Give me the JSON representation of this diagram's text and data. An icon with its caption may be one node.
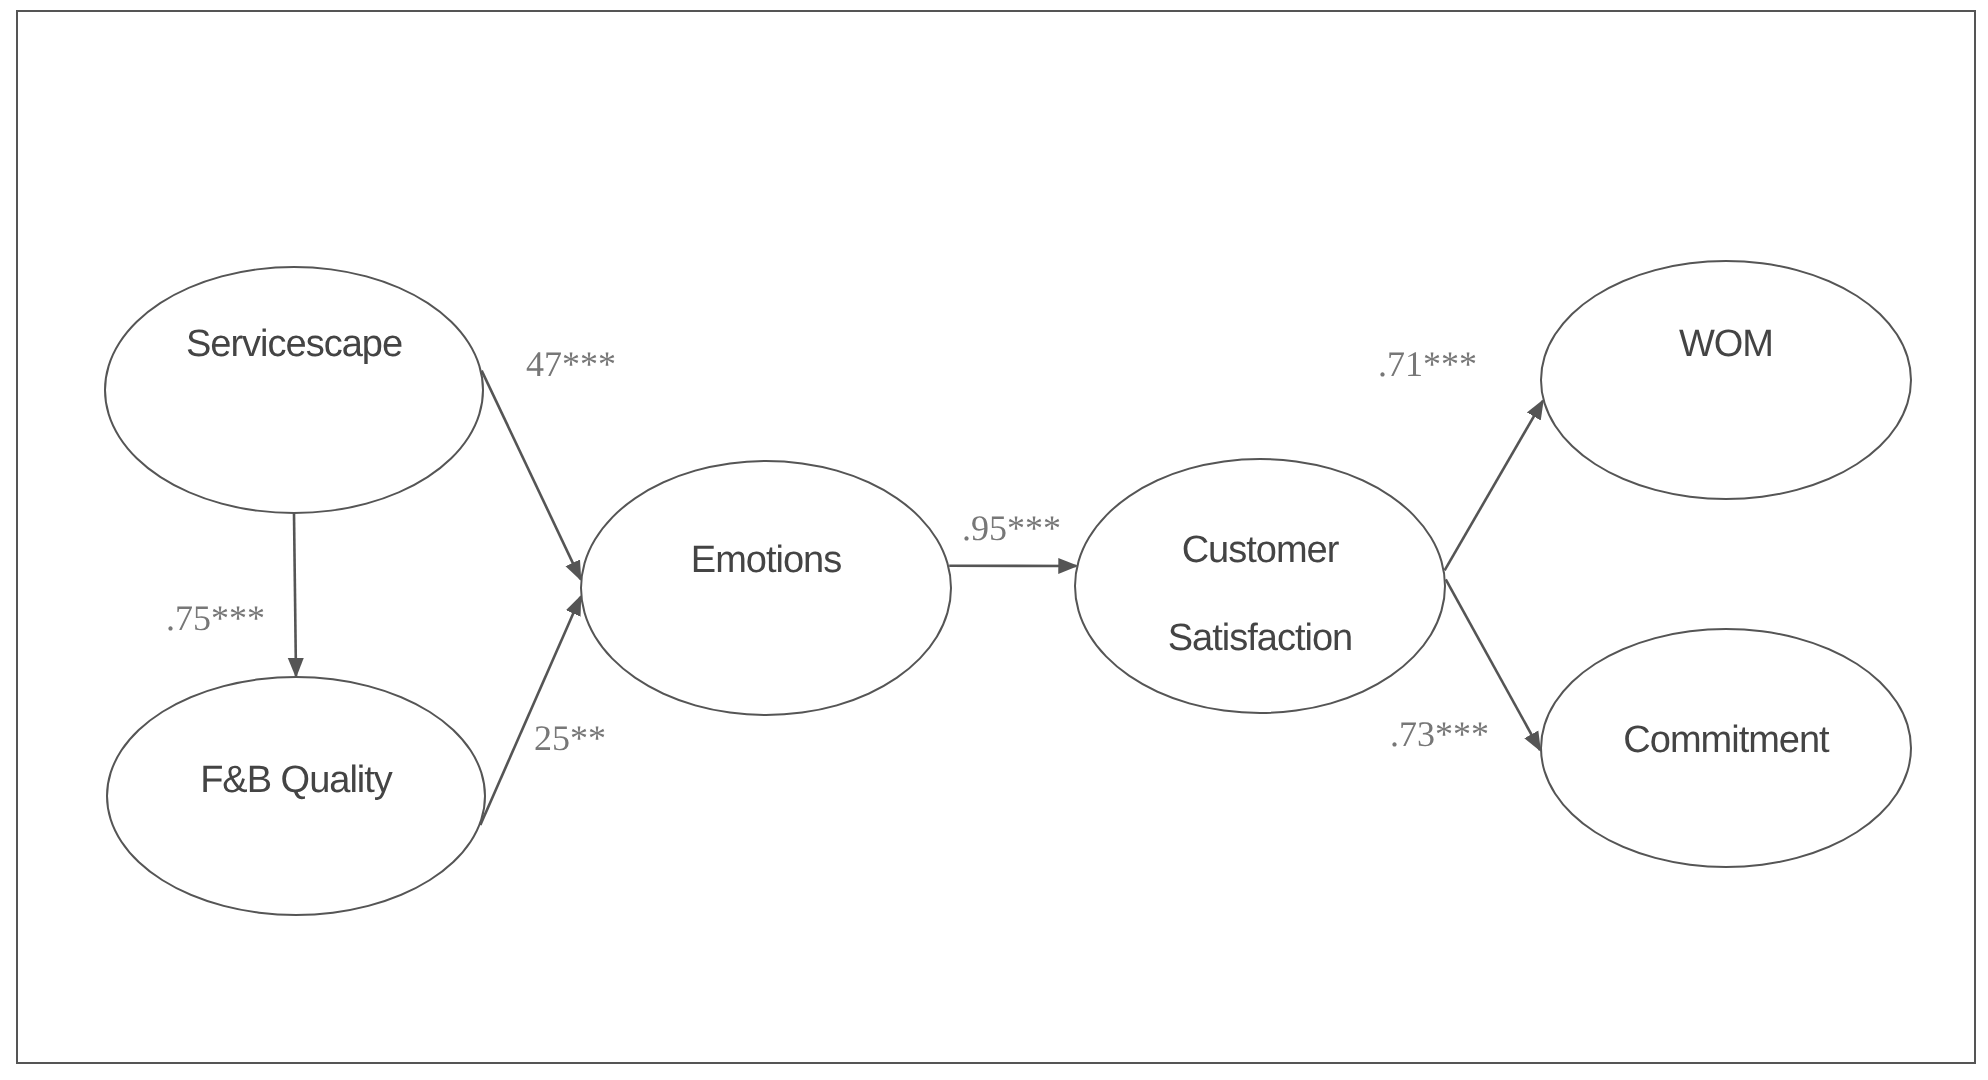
{
  "diagram": {
    "nodes": [
      {
        "text": [
          "Servicescape"
        ]
      },
      {
        "text": [
          "F&B Quality"
        ]
      },
      {
        "text": [
          "Emotions"
        ]
      },
      {
        "text": [
          "Customer Satisfaction"
        ]
      },
      {
        "text": [
          "WOM"
        ]
      },
      {
        "text": [
          "Commitment"
        ]
      }
    ],
    "edges": [
      {
        "from": 0,
        "to": 1,
        "arrow": "to",
        "label": ".75***"
      },
      {
        "from": 0,
        "to": 2,
        "arrow": "to",
        "label": "47***"
      },
      {
        "from": 1,
        "to": 2,
        "arrow": "to",
        "label": "25**"
      },
      {
        "from": 2,
        "to": 3,
        "arrow": "to",
        "label": ".95***"
      },
      {
        "from": 3,
        "to": 4,
        "arrow": "to",
        "label": ".71***"
      },
      {
        "from": 3,
        "to": 5,
        "arrow": "to",
        "label": ".73***"
      }
    ]
  }
}
